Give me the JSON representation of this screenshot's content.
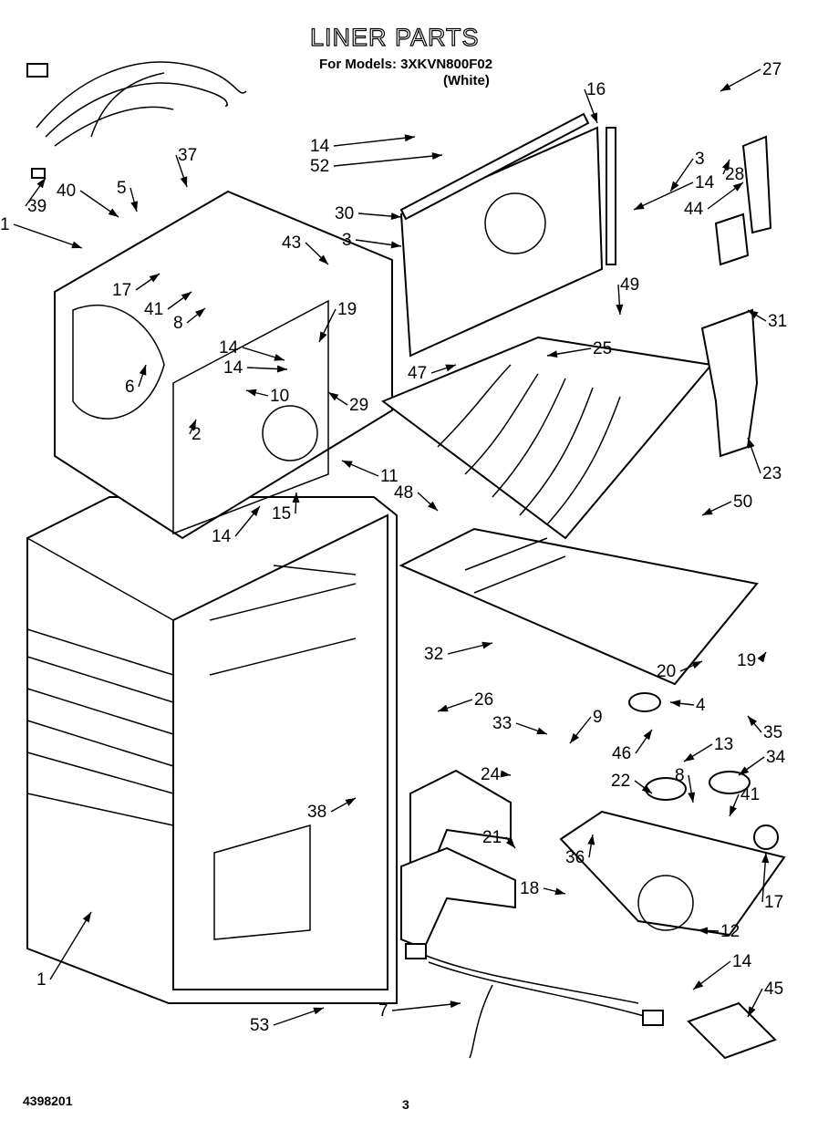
{
  "header": {
    "title": "LINER PARTS",
    "subtitle": "For Models: 3XKVN800F02",
    "variant": "(White)"
  },
  "footer": {
    "document_number": "4398201",
    "page_number": "3"
  },
  "diagram": {
    "callouts": [
      "27",
      "16",
      "14",
      "52",
      "3",
      "14",
      "28",
      "37",
      "39",
      "40",
      "5",
      "30",
      "3",
      "44",
      "1",
      "43",
      "17",
      "41",
      "8",
      "19",
      "31",
      "49",
      "14",
      "6",
      "25",
      "47",
      "10",
      "29",
      "14",
      "2",
      "11",
      "23",
      "48",
      "50",
      "14",
      "15",
      "32",
      "19",
      "20",
      "26",
      "4",
      "33",
      "9",
      "35",
      "46",
      "13",
      "34",
      "24",
      "22",
      "8",
      "41",
      "38",
      "21",
      "36",
      "17",
      "18",
      "12",
      "1",
      "14",
      "45",
      "7",
      "53"
    ]
  }
}
